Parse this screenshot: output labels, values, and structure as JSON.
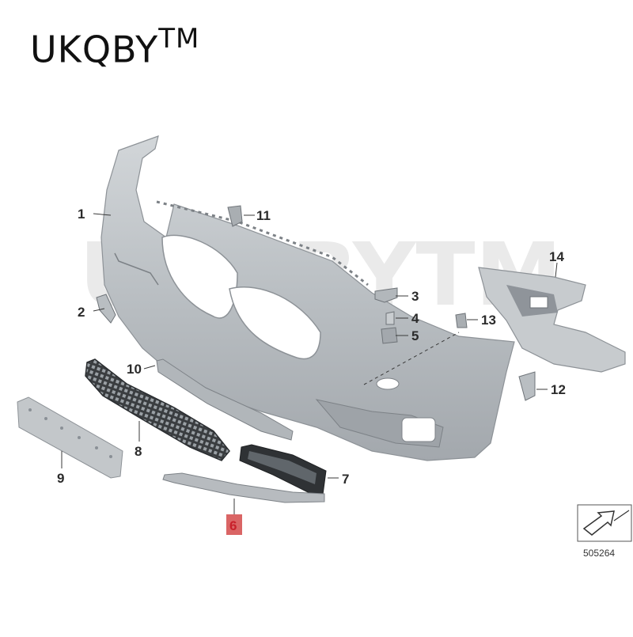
{
  "brand": {
    "name": "UKQBY",
    "tm": "TM"
  },
  "watermark": "UKQBYTM",
  "callouts": [
    {
      "id": "1",
      "label": "1"
    },
    {
      "id": "2",
      "label": "2"
    },
    {
      "id": "3",
      "label": "3"
    },
    {
      "id": "4",
      "label": "4"
    },
    {
      "id": "5",
      "label": "5"
    },
    {
      "id": "6",
      "label": "6",
      "highlight": true
    },
    {
      "id": "7",
      "label": "7"
    },
    {
      "id": "8",
      "label": "8"
    },
    {
      "id": "9",
      "label": "9"
    },
    {
      "id": "10",
      "label": "10"
    },
    {
      "id": "11",
      "label": "11"
    },
    {
      "id": "12",
      "label": "12"
    },
    {
      "id": "13",
      "label": "13"
    },
    {
      "id": "14",
      "label": "14"
    }
  ],
  "diagram_ref": "505264",
  "colors": {
    "part_fill": "#bfc4c8",
    "part_dark": "#8a9096",
    "grille": "#2a2d30",
    "highlight": "#c8202a"
  }
}
